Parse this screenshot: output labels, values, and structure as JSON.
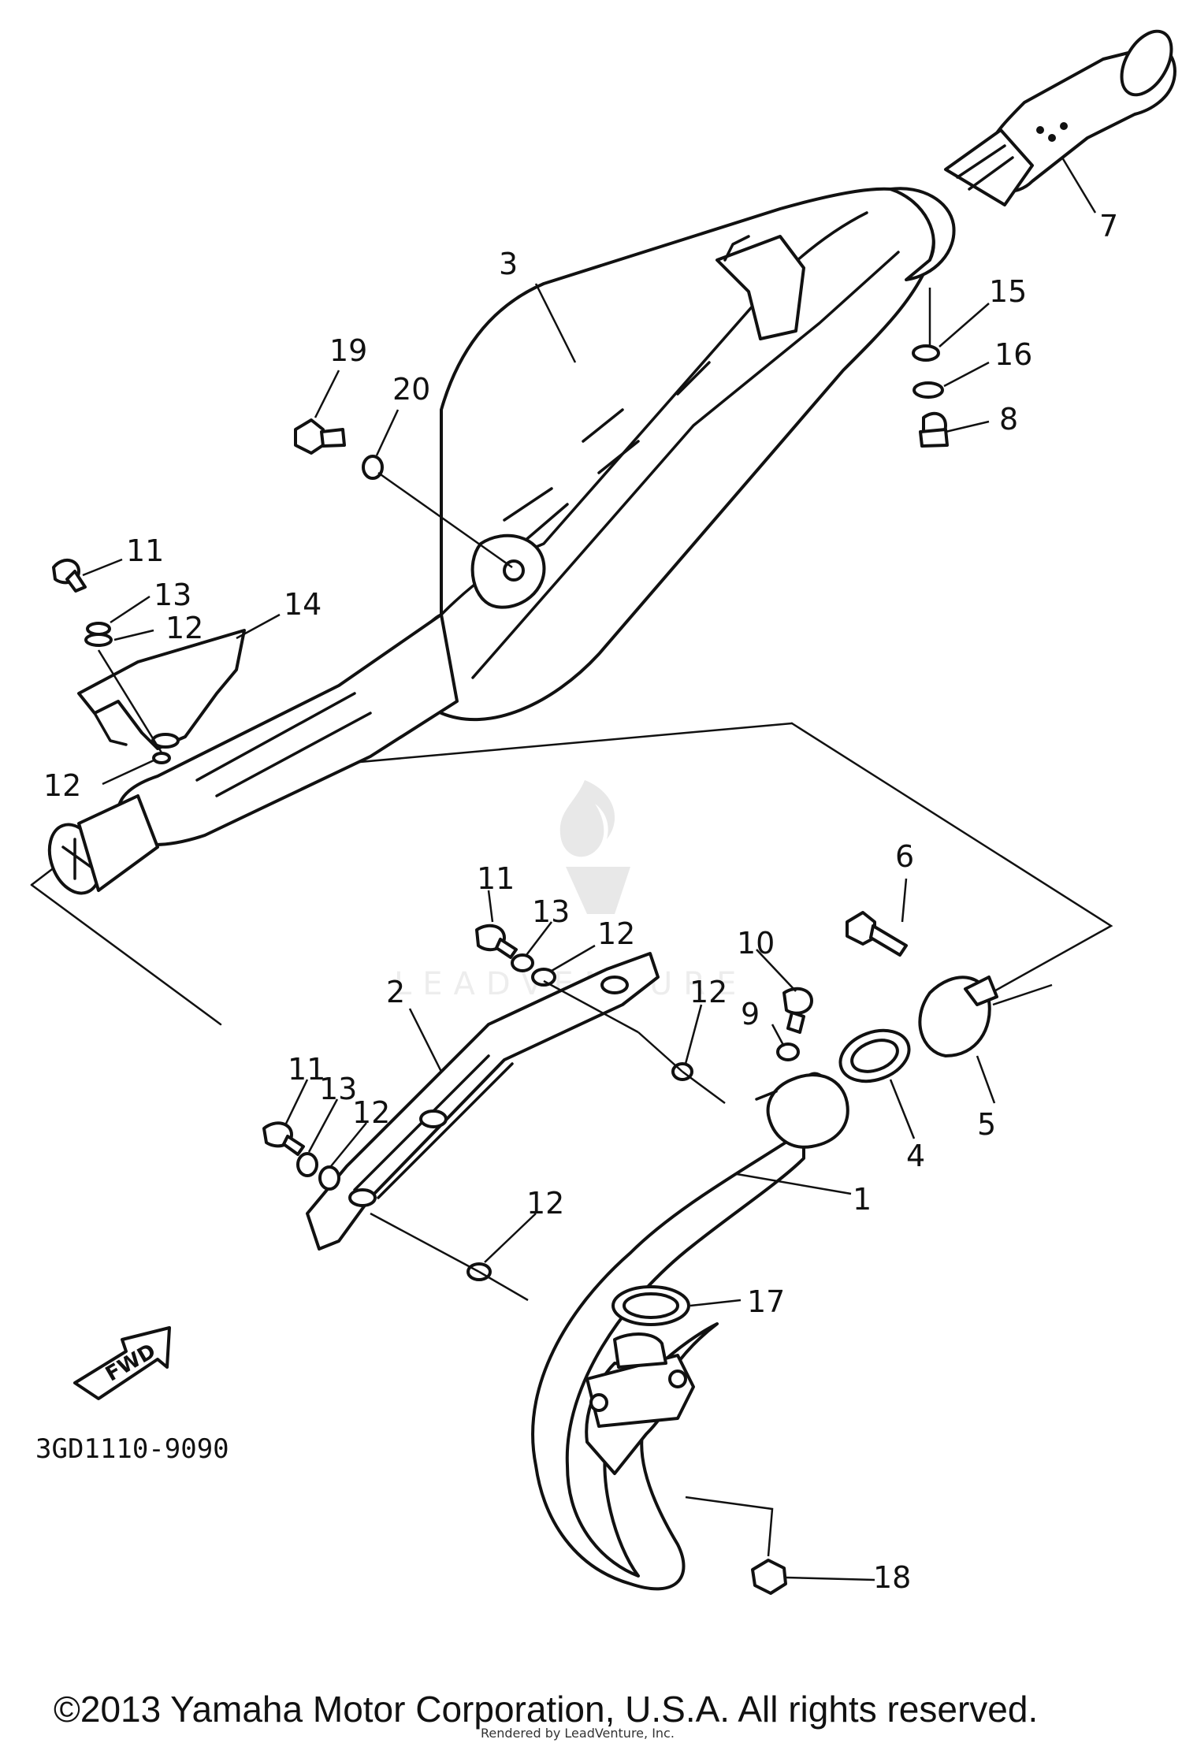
{
  "diagram": {
    "code": "3GD1110-9090",
    "fwd_label": "FWD",
    "copyright": "©2013 Yamaha Motor Corporation, U.S.A. All rights reserved.",
    "rendered_by": "Rendered by LeadVenture, Inc.",
    "watermark": "LEADVENTURE"
  },
  "callouts": {
    "p1": "1",
    "p2": "2",
    "p3": "3",
    "p4": "4",
    "p5": "5",
    "p6": "6",
    "p7": "7",
    "p8": "8",
    "p9": "9",
    "p10": "10",
    "p11a": "11",
    "p11b": "11",
    "p11c": "11",
    "p12a": "12",
    "p12b": "12",
    "p12c": "12",
    "p12d": "12",
    "p12e": "12",
    "p12f": "12",
    "p13a": "13",
    "p13b": "13",
    "p13c": "13",
    "p14": "14",
    "p15": "15",
    "p16": "16",
    "p17": "17",
    "p18": "18",
    "p19": "19",
    "p20": "20"
  }
}
